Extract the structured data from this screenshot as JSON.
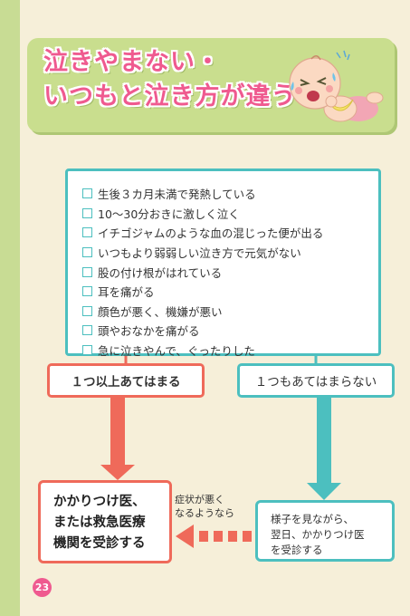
{
  "title": {
    "line1": "泣きやまない・",
    "line2": "いつもと泣き方が違う"
  },
  "checklist": {
    "items": [
      "生後３カ月未満で発熱している",
      "10〜30分おきに激しく泣く",
      "イチゴジャムのような血の混じった便が出る",
      "いつもより弱弱しい泣き方で元気がない",
      "股の付け根がはれている",
      "耳を痛がる",
      "顔色が悪く、機嫌が悪い",
      "頭やおなかを痛がる",
      "急に泣きやんで、ぐったりした"
    ]
  },
  "branches": {
    "yes": "１つ以上あてはまる",
    "no": "１つもあてはまらない"
  },
  "results": {
    "left": [
      "かかりつけ医、",
      "または救急医療",
      "機関を受診する"
    ],
    "right": [
      "様子を見ながら、",
      "翌日、かかりつけ医",
      "を受診する"
    ]
  },
  "worse_note": [
    "症状が悪く",
    "なるようなら"
  ],
  "page_number": "23",
  "colors": {
    "background": "#f6efd9",
    "stripe": "#c8dc94",
    "banner": "#c9de8e",
    "title_pink": "#ef5a8f",
    "red": "#ef6a5a",
    "teal": "#4cbfbf"
  },
  "icons": [
    "crying-baby-illustration",
    "down-arrow-icon",
    "dashed-left-arrow-icon"
  ]
}
